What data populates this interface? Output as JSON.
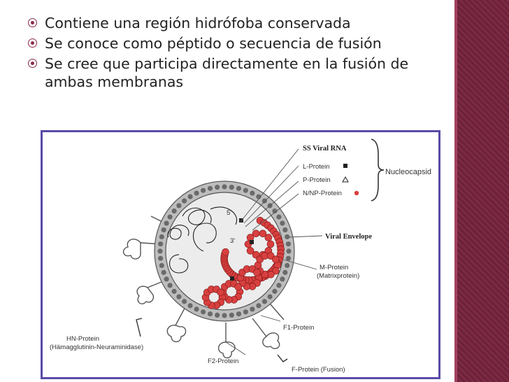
{
  "bullets": [
    {
      "text": "Contiene una región hidrófoba conservada"
    },
    {
      "text": "Se conoce como péptido o secuencia de fusión"
    },
    {
      "text": "Se cree que participa directamente en la fusión de ambas membranas"
    }
  ],
  "figure": {
    "rna": "SS Viral RNA",
    "l_protein": "L-Protein",
    "p_protein": "P-Protein",
    "np_protein": "N/NP-Protein",
    "nucleocapsid": "Nucleocapsid",
    "envelope": "Viral Envelope",
    "m_protein": "M-Protein",
    "m_protein_sub": "(Matrixprotein)",
    "hn_protein": "HN-Protein",
    "hn_protein_sub": "(Hämagglutinin-Neuraminidase)",
    "f1": "F1-Protein",
    "f2": "F2-Protein",
    "f_protein": "F-Protein (Fusion)",
    "label_5": "5'",
    "label_3": "3'"
  },
  "colors": {
    "accent": "#8b2a49",
    "band": "#6b2239",
    "frame": "#5b4aa8",
    "np": "#d8403f"
  }
}
